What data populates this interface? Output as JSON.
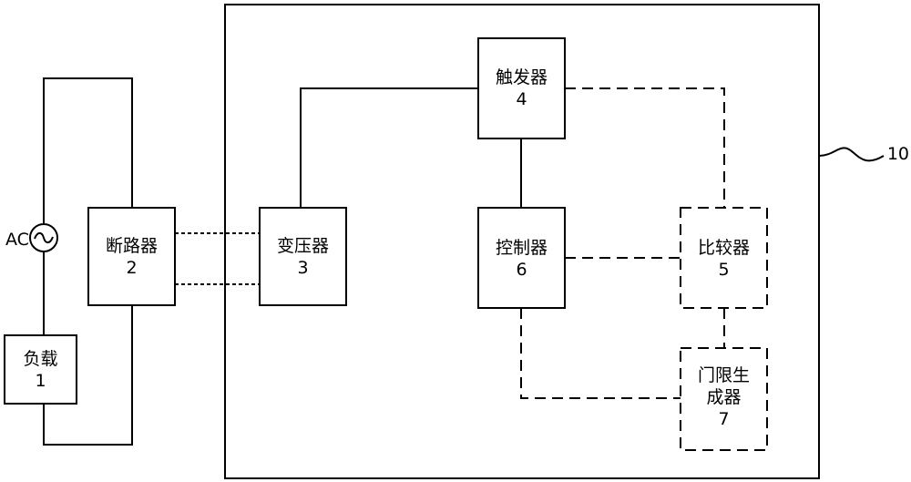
{
  "blocks": {
    "load": {
      "name": "负载",
      "number": "1"
    },
    "breaker": {
      "name": "断路器",
      "number": "2"
    },
    "transformer": {
      "name": "变压器",
      "number": "3"
    },
    "trigger": {
      "name": "触发器",
      "number": "4"
    },
    "comparator": {
      "name": "比较器",
      "number": "5"
    },
    "controller": {
      "name": "控制器",
      "number": "6"
    },
    "threshold": {
      "name_line1": "门限生",
      "name_line2": "成器",
      "number": "7"
    }
  },
  "ac_source": {
    "label": "AC"
  },
  "device_ref": {
    "label": "10"
  },
  "colors": {
    "line": "#000000",
    "background": "#ffffff"
  }
}
